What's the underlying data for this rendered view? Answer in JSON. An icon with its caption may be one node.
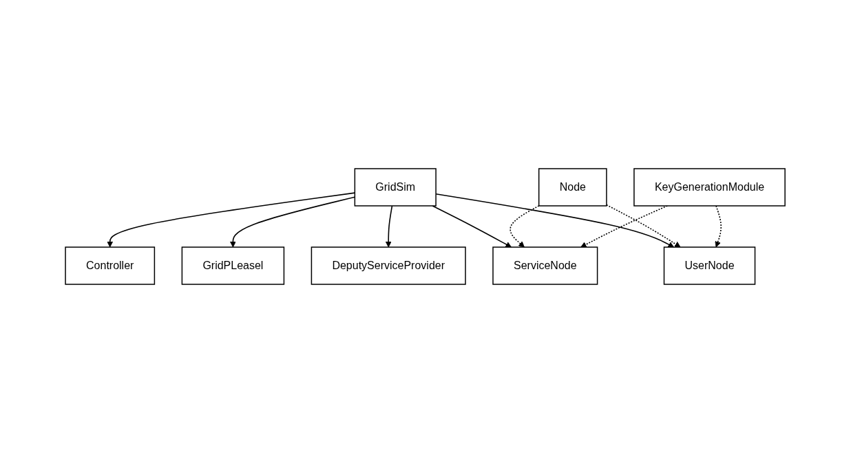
{
  "diagram": {
    "nodes": [
      {
        "text": [
          "Controller"
        ]
      },
      {
        "text": [
          "GridSim"
        ]
      },
      {
        "text": [
          "GridPLeasel"
        ]
      },
      {
        "text": [
          "DeputyServiceProvider"
        ]
      },
      {
        "text": [
          "Node"
        ]
      },
      {
        "text": [
          "ServiceNode"
        ]
      },
      {
        "text": [
          "UserNode"
        ]
      },
      {
        "text": [
          "KeyGenerationModule"
        ]
      }
    ],
    "edges": [
      {
        "from": 1,
        "to": 0,
        "arrow": "to"
      },
      {
        "from": 1,
        "to": 2,
        "arrow": "to"
      },
      {
        "from": 1,
        "to": 3,
        "arrow": "to"
      },
      {
        "from": 1,
        "to": 5,
        "arrow": "to"
      },
      {
        "from": 1,
        "to": 6,
        "arrow": "to"
      },
      {
        "from": 4,
        "to": 5,
        "arrow": "to",
        "style": "dashed"
      },
      {
        "from": 4,
        "to": 6,
        "arrow": "to",
        "style": "dashed"
      },
      {
        "from": 7,
        "to": 5,
        "arrow": "to",
        "style": "dashed"
      },
      {
        "from": 7,
        "to": 6,
        "arrow": "to",
        "style": "dashed"
      }
    ]
  }
}
